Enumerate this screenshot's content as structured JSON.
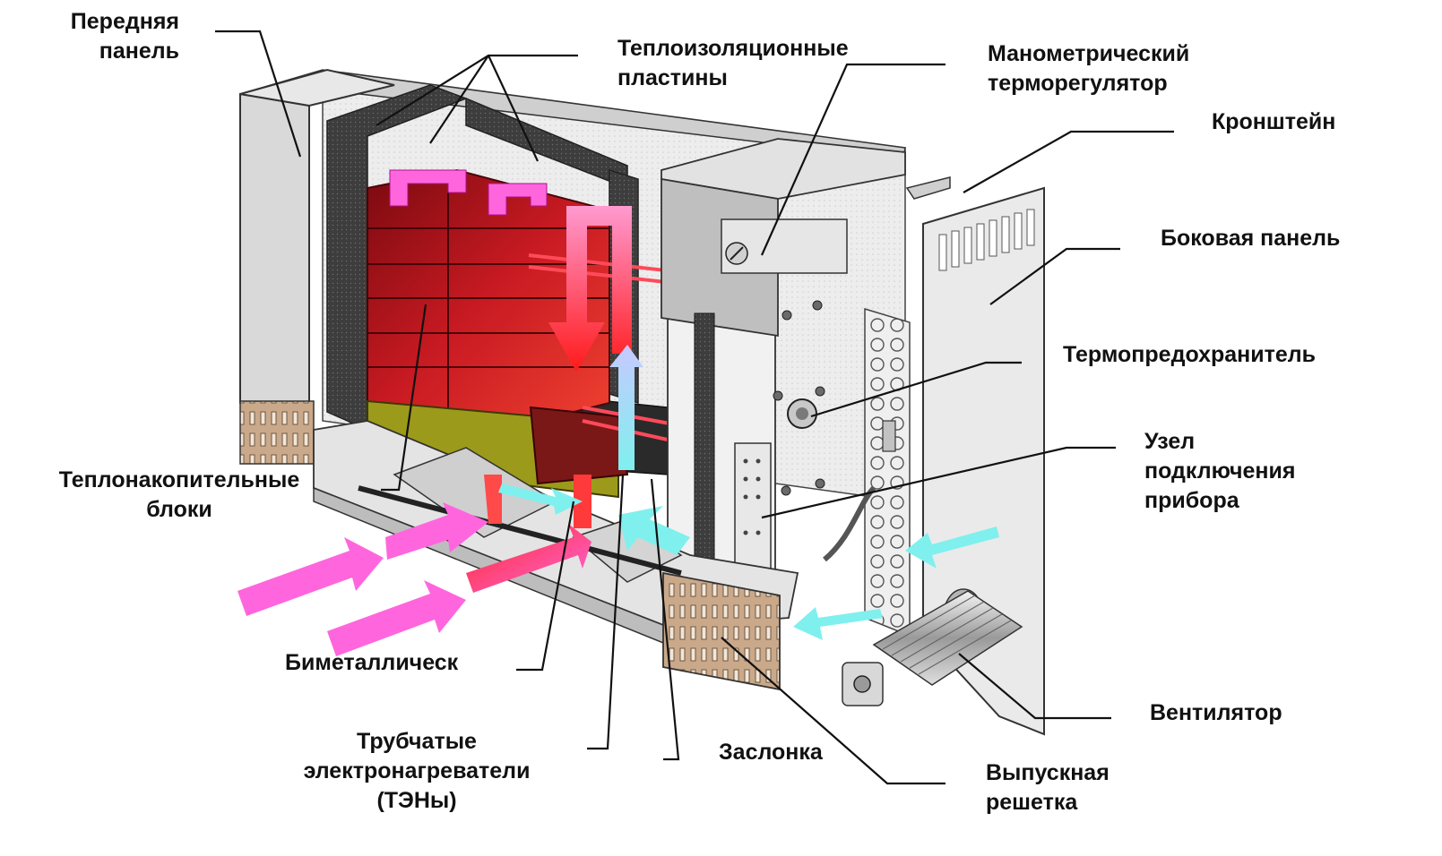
{
  "labels": {
    "front_panel": [
      "Передняя",
      "панель"
    ],
    "insulation_plates": [
      "Теплоизоляционные",
      "пластины"
    ],
    "thermostat": [
      "Манометрический",
      "терморегулятор"
    ],
    "bracket": "Кронштейн",
    "side_panel": "Боковая панель",
    "thermal_fuse": "Термопредохранитель",
    "connection_unit": [
      "Узел",
      "подключения",
      "прибора"
    ],
    "storage_blocks": [
      "Теплонакопительные",
      "блоки"
    ],
    "bimetallic": "Биметаллическ",
    "heaters": [
      "Трубчатые",
      "электронагреватели",
      "(ТЭНы)"
    ],
    "damper": "Заслонка",
    "outlet_grille": [
      "Выпускная",
      "решетка"
    ],
    "fan": "Вентилятор"
  },
  "colors": {
    "hot_arrow": "#ff66dd",
    "cold_arrow": "#7ff0ee",
    "core_red": "#c0141c",
    "insulation": "#3a3a3a",
    "base_olive": "#9c9a1a",
    "grille_tan": "#c9a98a",
    "casing": "#dcdcdc"
  }
}
